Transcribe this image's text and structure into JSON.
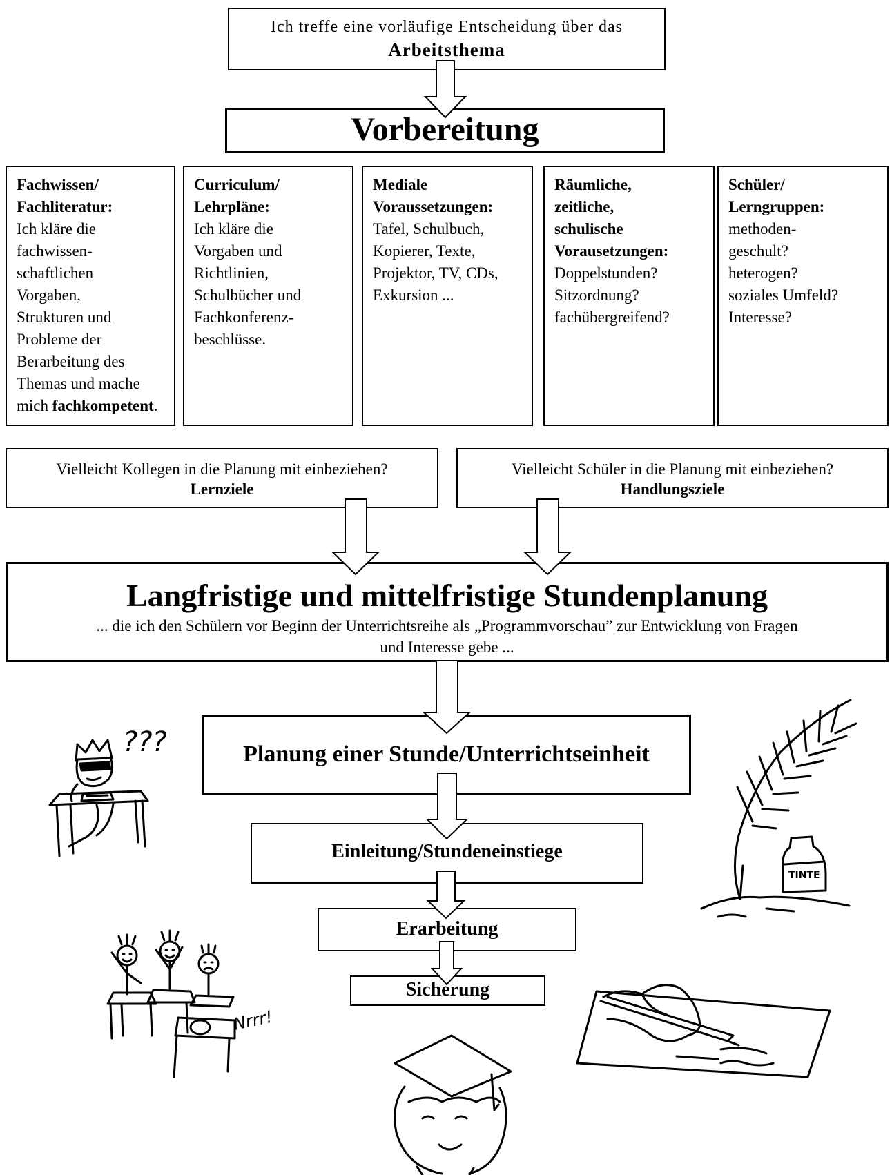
{
  "top": {
    "line1": "Ich treffe eine vorläufige Entscheidung über das",
    "line2": "Arbeitsthema"
  },
  "prep": {
    "title": "Vorbereitung"
  },
  "columns": [
    {
      "heading": "Fachwissen/\nFachliteratur:",
      "body": "Ich kläre die\nfachwissen-\nschaftlichen\nVorgaben,\nStrukturen und\nProbleme der\nBerarbeitung des\nThemas und mache\nmich",
      "emph": "fachkompetent",
      "tail": "."
    },
    {
      "heading": "Curriculum/\nLehrpläne:",
      "body": "Ich kläre die\nVorgaben und\nRichtlinien,\nSchulbücher und\nFachkonferenz-\nbeschlüsse."
    },
    {
      "heading": "Mediale\nVoraussetzungen:",
      "body": "Tafel, Schulbuch,\nKopierer, Texte,\nProjektor, TV, CDs,\nExkursion ..."
    },
    {
      "heading": "Räumliche,\nzeitliche,\nschulische\nVorausetzungen:",
      "body": "Doppelstunden?\nSitzordnung?\nfachübergreifend?"
    },
    {
      "heading": "Schüler/\nLerngruppen:",
      "body": "methoden-\ngeschult?\nheterogen?\nsoziales Umfeld?\nInteresse?"
    }
  ],
  "left_box": {
    "line1": "Vielleicht Kollegen in die Planung mit einbeziehen?",
    "line2": "Lernziele"
  },
  "right_box": {
    "line1": "Vielleicht Schüler in die Planung mit einbeziehen?",
    "line2": "Handlungsziele"
  },
  "long": {
    "title": "Langfristige und mittelfristige Stundenplanung",
    "sub1": "... die ich den Schülern vor Beginn der Unterrichtsreihe als „Programmvorschau” zur Entwicklung von Fragen",
    "sub2": "und Interesse gebe ..."
  },
  "steps": {
    "planning": "Planung einer Stunde/Unterrichtseinheit",
    "intro": "Einleitung/Stundeneinstiege",
    "work": "Erarbeitung",
    "secure": "Sicherung"
  },
  "doodles": {
    "question_marks": "???",
    "ink_label": "TINTE",
    "grumble": "Nrrr!"
  }
}
